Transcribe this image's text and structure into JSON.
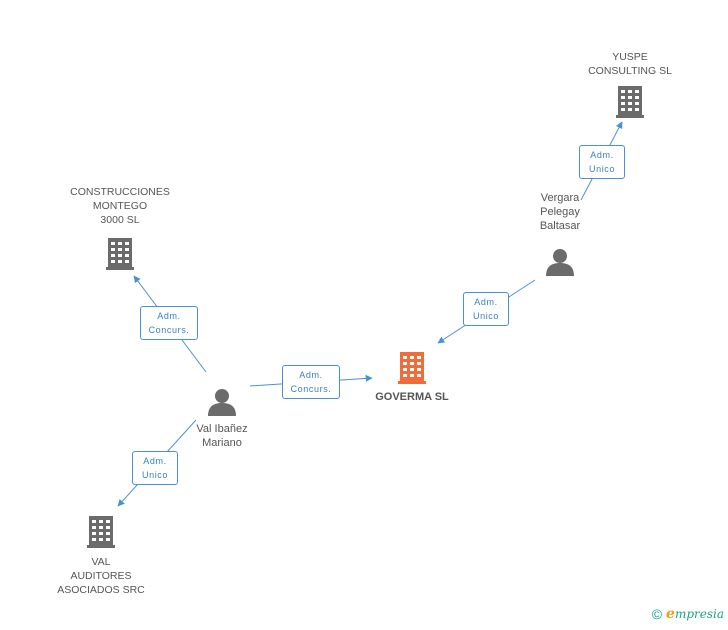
{
  "nodes": [
    {
      "id": "governa",
      "type": "company",
      "label": "GOVERMA SL",
      "main": true
    },
    {
      "id": "yuspe",
      "type": "company",
      "label": "YUSPE\nCONSULTING SL"
    },
    {
      "id": "construcciones",
      "type": "company",
      "label": "CONSTRUCCIONES\nMONTEGO\n3000  SL"
    },
    {
      "id": "val_auditores",
      "type": "company",
      "label": "VAL\nAUDITORES\nASOCIADOS SRC"
    },
    {
      "id": "vergara",
      "type": "person",
      "label": "Vergara\nPelegay\nBaltasar"
    },
    {
      "id": "val_ibanez",
      "type": "person",
      "label": "Val Ibañez\nMariano"
    }
  ],
  "edges": [
    {
      "from": "val_ibanez",
      "to": "governa",
      "label": "Adm.\nConcurs."
    },
    {
      "from": "vergara",
      "to": "governa",
      "label": "Adm.\nUnico"
    },
    {
      "from": "vergara",
      "to": "yuspe",
      "label": "Adm.\nUnico"
    },
    {
      "from": "val_ibanez",
      "to": "construcciones",
      "label": "Adm.\nConcurs."
    },
    {
      "from": "val_ibanez",
      "to": "val_auditores",
      "label": "Adm.\nUnico"
    }
  ],
  "colors": {
    "main_company": "#f26b3a",
    "company": "#6b6b6b",
    "person": "#6b6b6b",
    "edge": "#4a90d9"
  },
  "footer": {
    "copyright": "©",
    "brand_initial": "e",
    "brand_rest": "mpresia"
  }
}
